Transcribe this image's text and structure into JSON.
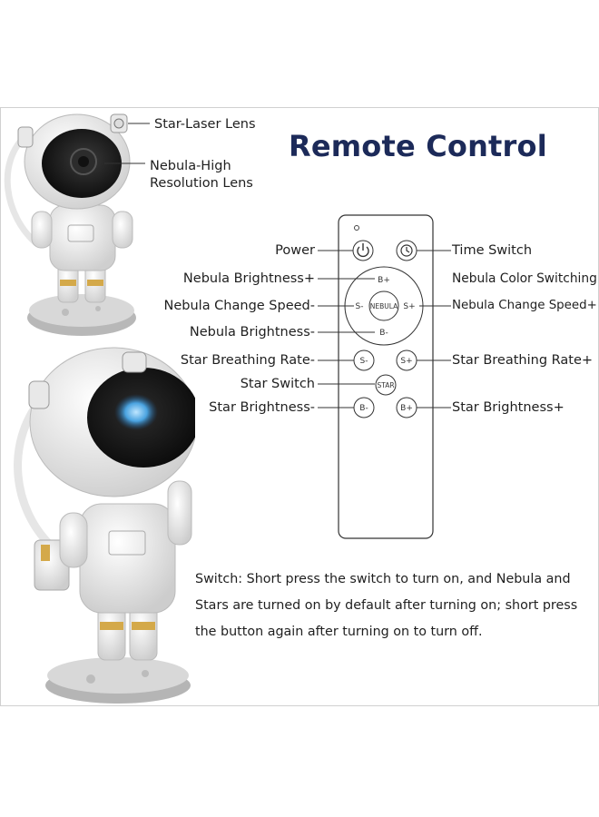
{
  "title": "Remote Control",
  "lens_labels": {
    "star_laser": "Star-Laser Lens",
    "nebula_high_line1": "Nebula-High",
    "nebula_high_line2": "Resolution Lens"
  },
  "left_labels": {
    "power": "Power",
    "nebula_brightness_plus": "Nebula Brightness+",
    "nebula_change_speed_minus": "Nebula Change Speed-",
    "nebula_brightness_minus": "Nebula Brightness-",
    "star_breathing_rate_minus": "Star Breathing Rate-",
    "star_switch": "Star Switch",
    "star_brightness_minus": "Star Brightness-"
  },
  "right_labels": {
    "time_switch": "Time Switch",
    "nebula_color_switching": "Nebula Color Switching",
    "nebula_change_speed_plus": "Nebula Change Speed+",
    "star_breathing_rate_plus": "Star Breathing Rate+",
    "star_brightness_plus": "Star Brightness+"
  },
  "remote_buttons": {
    "b_plus": "B+",
    "s_minus": "S-",
    "nebula": "NEBULA",
    "s_plus": "S+",
    "b_minus": "B-",
    "star_s_minus": "S-",
    "star_s_plus": "S+",
    "star": "STAR",
    "star_b_minus": "B-",
    "star_b_plus": "B+"
  },
  "note": "Switch: Short press the switch to turn on, and Nebula and Stars are turned on by default after turning on; short press the button again after turning on to turn off.",
  "colors": {
    "title": "#1c2a59",
    "frame": "#c8c8c8",
    "visor": "#151515",
    "nebula_glow": "#4aa3e0",
    "gold": "#d4a94a"
  }
}
